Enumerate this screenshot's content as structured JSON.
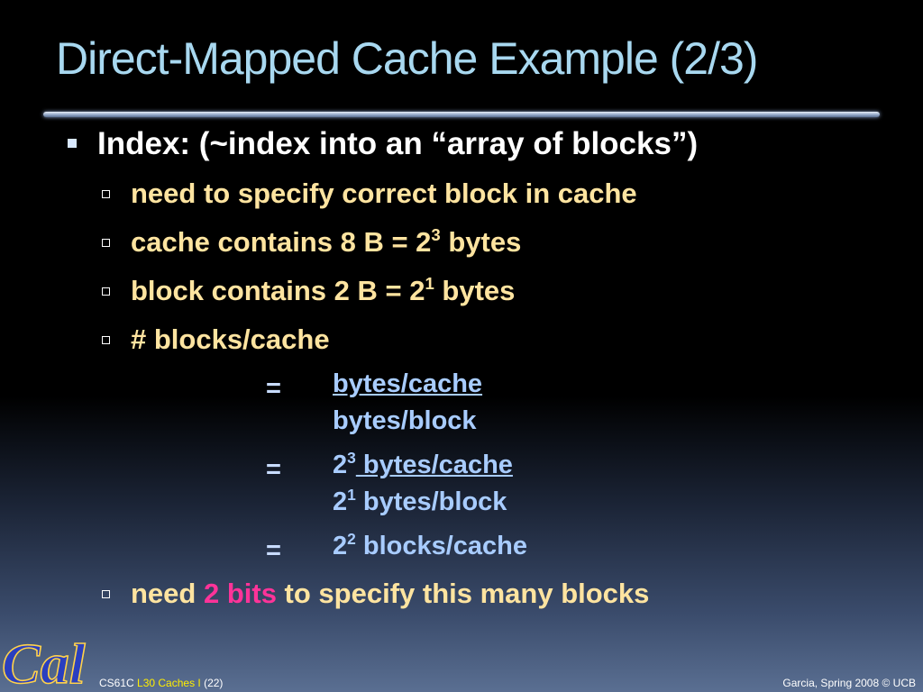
{
  "slide": {
    "title": "Direct-Mapped Cache Example (2/3)",
    "main_bullet": "Index: (~index into an “array of blocks”)",
    "sub1": "need to specify correct block in cache",
    "sub2_pre": "cache contains 8 B = 2",
    "sub2_exp": "3",
    "sub2_post": " bytes",
    "sub3_pre": "block contains 2 B = 2",
    "sub3_exp": "1",
    "sub3_post": " bytes",
    "sub4": "# blocks/cache",
    "eq_sign": "=",
    "eq1_num": "bytes/cache",
    "eq1_den": "bytes/block",
    "eq2_num_base": "2",
    "eq2_num_exp": "3",
    "eq2_num_rest": " bytes/cache",
    "eq2_den_base": "2",
    "eq2_den_exp": "1",
    "eq2_den_rest": " bytes/block",
    "eq3_base": "2",
    "eq3_exp": "2",
    "eq3_rest": " blocks/cache",
    "sub5_pre": "need ",
    "sub5_hl": "2 bits",
    "sub5_post": " to specify this many blocks"
  },
  "footer": {
    "course": "CS61C ",
    "lecture": "L30 Caches I",
    "page": " (22)",
    "credit": "Garcia, Spring 2008 © UCB"
  },
  "logo": {
    "text": "Cal",
    "color": "#2a3fbf"
  }
}
